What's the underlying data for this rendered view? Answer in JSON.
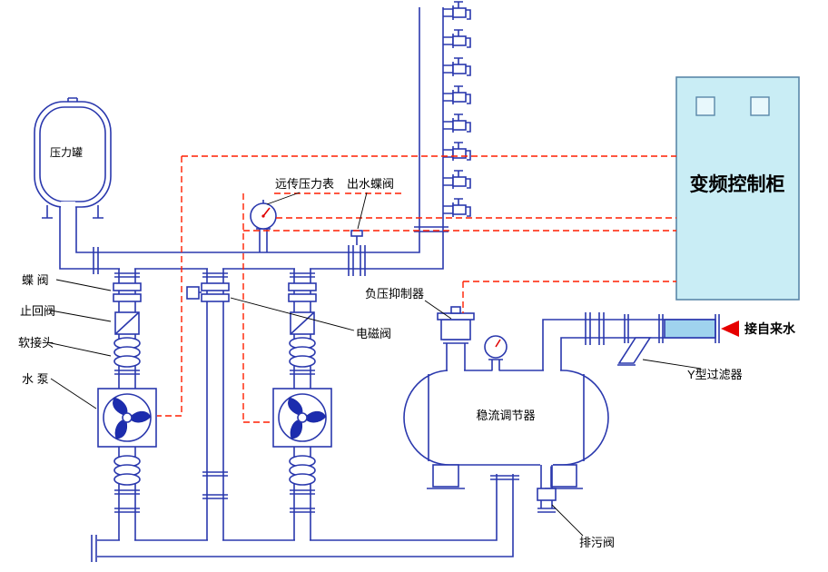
{
  "diagram": {
    "labels": {
      "pressure_tank": "压力罐",
      "remote_pressure_gauge": "远传压力表",
      "outlet_butterfly_valve": "出水蝶阀",
      "butterfly_valve": "蝶  阀",
      "check_valve": "止回阀",
      "soft_joint": "软接头",
      "water_pump": "水  泵",
      "solenoid_valve": "电磁阀",
      "negative_pressure_suppressor": "负压抑制器",
      "frequency_control_cabinet": "变频控制柜",
      "flow_stabilizer": "稳流调节器",
      "y_type_filter": "Y型过滤器",
      "tap_water_inlet": "接自来水",
      "drain_valve": "排污阀"
    },
    "colors": {
      "pipe_blue": "#2a38ad",
      "impeller_blue": "#1c2cae",
      "cabinet_fill": "#c9edf5",
      "signal_red": "#ff1e00",
      "water_fill": "#9fd3ee",
      "text": "#000000"
    }
  }
}
